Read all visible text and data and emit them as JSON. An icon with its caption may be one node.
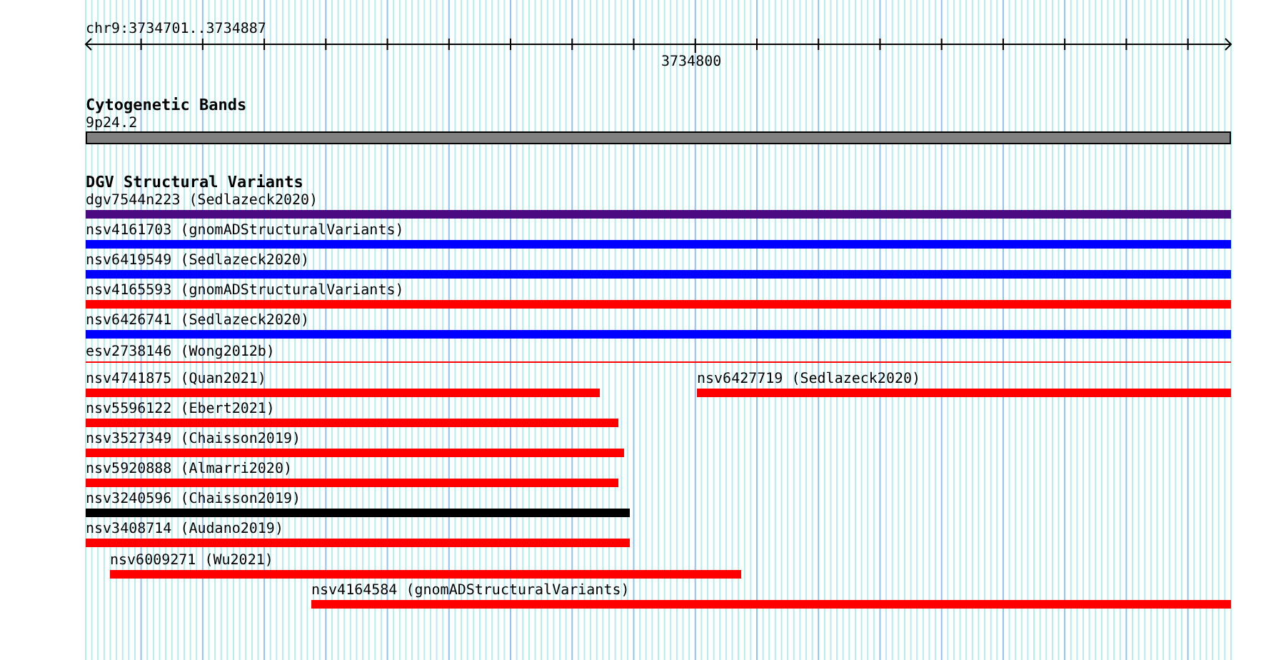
{
  "diagram": {
    "title": "chr9:3734701..3734887",
    "nodes": [
      {
        "text": [
          "9p24.2"
        ]
      },
      {
        "text": [
          "dgv7544n223 (Sedlazeck2020)"
        ]
      },
      {
        "text": [
          "nsv4161703 (gnomADStructuralVariants)"
        ]
      },
      {
        "text": [
          "nsv6419549 (Sedlazeck2020)"
        ]
      },
      {
        "text": [
          "nsv4165593 (gnomADStructuralVariants)"
        ]
      },
      {
        "text": [
          "nsv6426741 (Sedlazeck2020)"
        ]
      },
      {
        "text": [
          "esv2738146 (Wong2012b)"
        ]
      },
      {
        "text": [
          "nsv4741875 (Quan2021)"
        ]
      },
      {
        "text": [
          "nsv6427719 (Sedlazeck2020)"
        ]
      },
      {
        "text": [
          "nsv5596122 (Ebert2021)"
        ]
      },
      {
        "text": [
          "nsv3527349 (Chaisson2019)"
        ]
      },
      {
        "text": [
          "nsv5920888 (Almarri2020)"
        ]
      },
      {
        "text": [
          "nsv3240596 (Chaisson2019)"
        ]
      },
      {
        "text": [
          "nsv3408714 (Audano2019)"
        ]
      },
      {
        "text": [
          "nsv6009271 (Wu2021)"
        ]
      },
      {
        "text": [
          "nsv4164584 (gnomADStructuralVariants)"
        ]
      }
    ],
    "labels": [
      "3734800",
      "Cytogenetic Bands",
      "DGV Structural Variants"
    ]
  }
}
